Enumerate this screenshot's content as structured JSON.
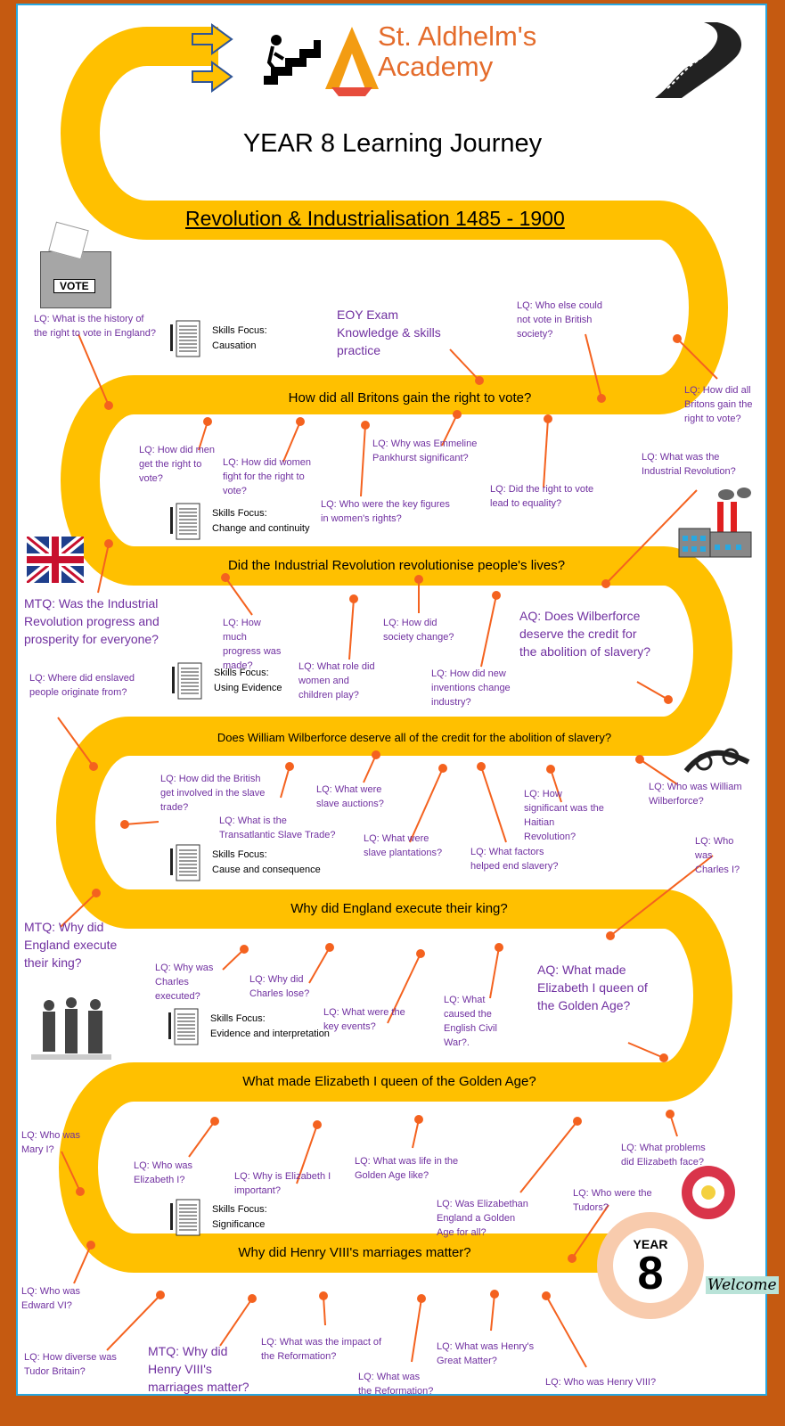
{
  "header": {
    "logo_line1": "St. Aldhelm's",
    "logo_line2": "Academy",
    "title": "YEAR 8 Learning Journey",
    "subtitle": "Revolution & Industrialisation 1485 - 1900"
  },
  "images": {
    "vote_sign": "VOTE",
    "welcome": "Welcome"
  },
  "road_questions": [
    "How did all Britons gain the right to vote?",
    "Did the Industrial Revolution revolutionise people's lives?",
    "Does William Wilberforce deserve all of the credit for the abolition of slavery?",
    "Why did England execute their king?",
    "What made Elizabeth I queen of the Golden Age?",
    "Why did Henry VIII's marriages matter?"
  ],
  "skills": [
    {
      "label": "Skills Focus:",
      "value": "Causation"
    },
    {
      "label": "Skills Focus:",
      "value": "Change and continuity"
    },
    {
      "label": "Skills Focus:",
      "value": "Using Evidence"
    },
    {
      "label": "Skills Focus:",
      "value": "Cause and consequence"
    },
    {
      "label": "Skills Focus:",
      "value": "Evidence and interpretation"
    },
    {
      "label": "Skills Focus:",
      "value": "Significance"
    }
  ],
  "labels": [
    "LQ: What is the history of the right to vote in England?",
    "EOY Exam Knowledge & skills practice",
    "LQ: Who else could not vote in British society?",
    "LQ: How did all Britons gain the right to vote?",
    "LQ: How did men get the right to vote?",
    "LQ: How did women fight for the right to vote?",
    "LQ: Why was Emmeline Pankhurst significant?",
    "LQ: Who were the key figures in women's rights?",
    "LQ: Did the right to vote lead to equality?",
    "LQ: What was the Industrial Revolution?",
    "MTQ: Was the Industrial Revolution progress and prosperity for everyone?",
    "LQ: How much progress was made?",
    "LQ: What role did women and children play?",
    "LQ: How did society change?",
    "LQ: How did new inventions change industry?",
    "AQ: Does Wilberforce deserve the credit for the abolition of slavery?",
    "LQ: Where did enslaved people originate from?",
    "LQ: How did the British get involved in the slave trade?",
    "LQ: What were slave auctions?",
    "LQ: How significant was the Haitian Revolution?",
    "LQ: Who was William Wilberforce?",
    "LQ: What is the Transatlantic Slave Trade?",
    "LQ: What were slave plantations?",
    "LQ: What factors helped end slavery?",
    "LQ: Who was Charles I?",
    "MTQ: Why did England execute their king?",
    "LQ: Why was Charles executed?",
    "LQ: Why did Charles lose?",
    "LQ: What were the key events?",
    "LQ: What caused the English Civil War?.",
    "AQ: What made Elizabeth I queen of the Golden Age?",
    "LQ: Who was Mary I?",
    "LQ: Who was Elizabeth I?",
    "LQ: Why is Elizabeth I important?",
    "LQ: What was life in the Golden Age like?",
    "LQ: What problems did Elizabeth face?",
    "LQ: Who were the Tudors?",
    "LQ: Was Elizabethan England a Golden Age for all?",
    "LQ: Who was Edward VI?",
    "LQ: How diverse was Tudor Britain?",
    "MTQ: Why did Henry VIII's marriages matter?",
    "LQ: What was the impact of the Reformation?",
    "LQ: What was Henry's Great Matter?",
    "LQ: What was the Reformation?",
    "LQ: Who was Henry VIII?"
  ],
  "badge": {
    "label": "YEAR",
    "number": "8"
  },
  "colors": {
    "road": "#ffc000",
    "frame": "#c55a11",
    "question": "#7030a0",
    "connector": "#f4621f"
  }
}
